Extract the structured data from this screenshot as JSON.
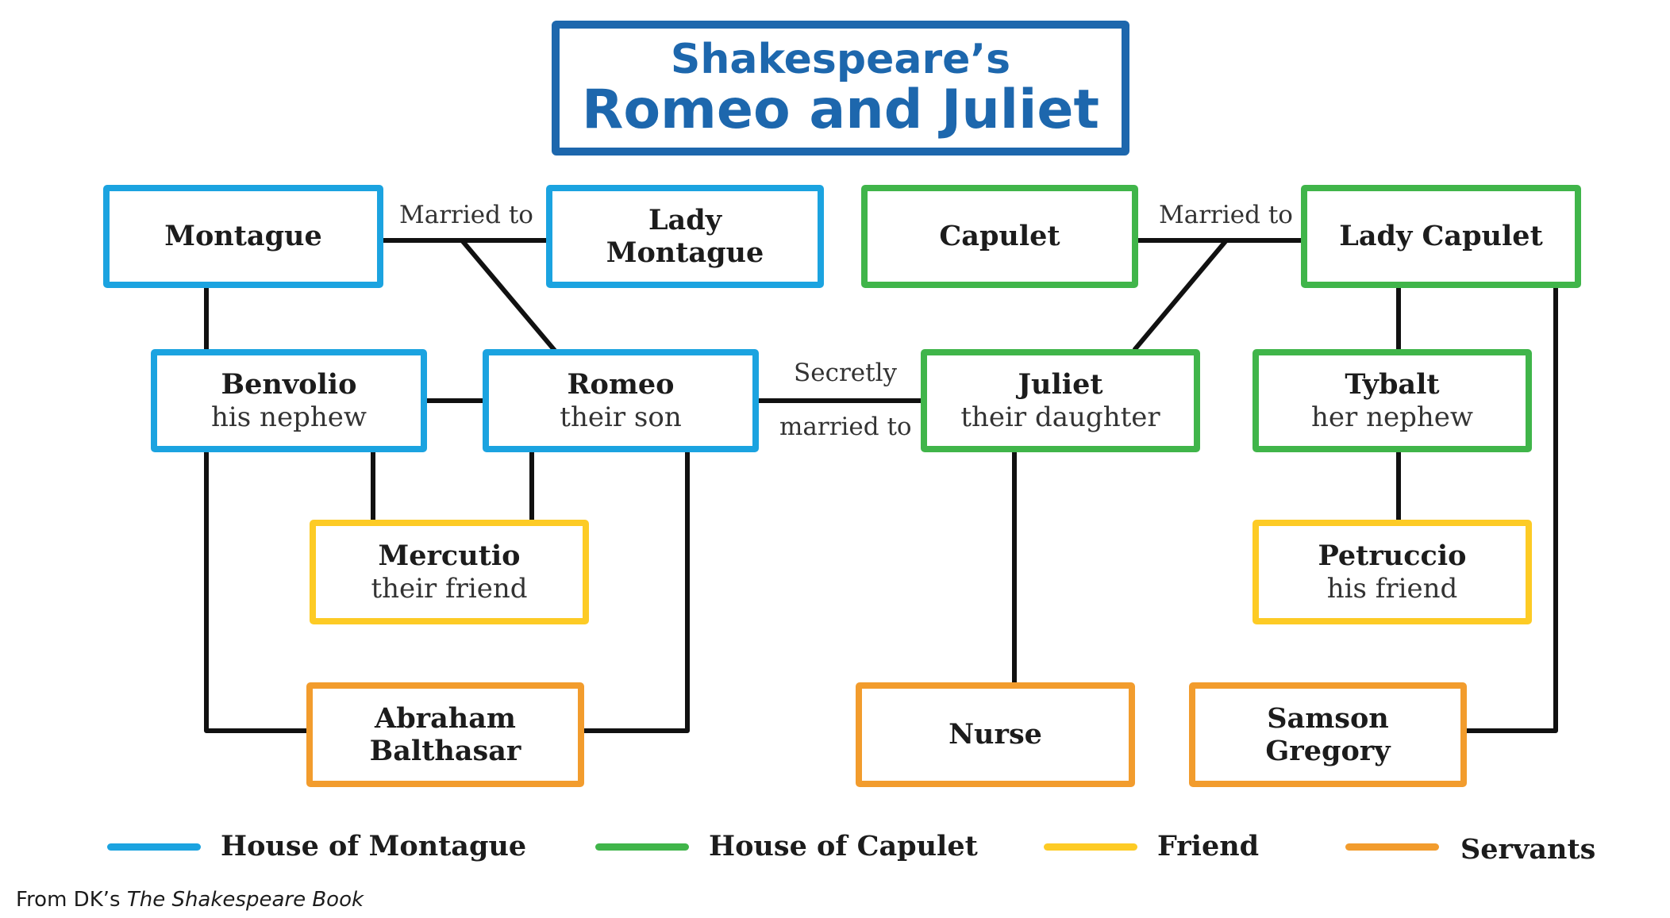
{
  "title": {
    "line1": "Shakespeare’s",
    "line2": "Romeo and Juliet"
  },
  "characters": {
    "montague": {
      "name": "Montague"
    },
    "lady_montague": {
      "name_line1": "Lady",
      "name_line2": "Montague"
    },
    "capulet": {
      "name": "Capulet"
    },
    "lady_capulet": {
      "name": "Lady Capulet"
    },
    "benvolio": {
      "name": "Benvolio",
      "role": "his nephew"
    },
    "romeo": {
      "name": "Romeo",
      "role": "their son"
    },
    "juliet": {
      "name": "Juliet",
      "role": "their daughter"
    },
    "tybalt": {
      "name": "Tybalt",
      "role": "her nephew"
    },
    "mercutio": {
      "name": "Mercutio",
      "role": "their friend"
    },
    "petruccio": {
      "name": "Petruccio",
      "role": "his friend"
    },
    "abraham_balthasar": {
      "name_line1": "Abraham",
      "name_line2": "Balthasar"
    },
    "nurse": {
      "name": "Nurse"
    },
    "samson_gregory": {
      "name_line1": "Samson",
      "name_line2": "Gregory"
    }
  },
  "relations": {
    "montague_married": "Married to",
    "capulet_married": "Married to",
    "secret_line1": "Secretly",
    "secret_line2": "married to"
  },
  "legend": [
    {
      "label": "House of Montague",
      "color": "#1ba3e0"
    },
    {
      "label": "House of Capulet",
      "color": "#40b54a"
    },
    {
      "label": "Friend",
      "color": "#fdcb25"
    },
    {
      "label": "Servants",
      "color": "#f29c2d"
    }
  ],
  "source": {
    "prefix": "From DK’s ",
    "book": "The Shakespeare Book"
  },
  "colors": {
    "title": "#1d67ad",
    "connector": "#111111"
  }
}
